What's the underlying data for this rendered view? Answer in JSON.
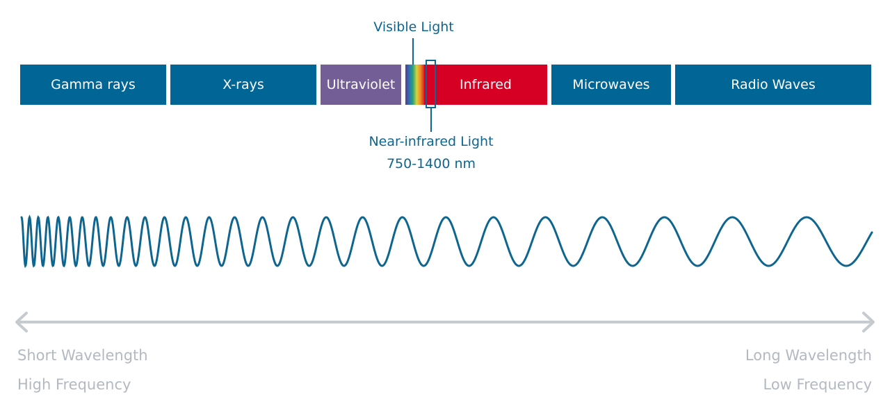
{
  "bands": [
    {
      "id": "gamma",
      "label": "Gamma rays",
      "color": "#016596"
    },
    {
      "id": "xray",
      "label": "X-rays",
      "color": "#016596"
    },
    {
      "id": "uv",
      "label": "Ultraviolet",
      "color": "#735e96"
    },
    {
      "id": "visible",
      "label": "",
      "color": "gradient"
    },
    {
      "id": "ir",
      "label": "Infrared",
      "color": "#d50023"
    },
    {
      "id": "mw",
      "label": "Microwaves",
      "color": "#016596"
    },
    {
      "id": "radio",
      "label": "Radio Waves",
      "color": "#016596"
    }
  ],
  "callouts": {
    "visible": "Visible Light",
    "nir_title": "Near-infrared Light",
    "nir_range": "750-1400 nm"
  },
  "axis": {
    "left_top": "Short Wavelength",
    "left_bottom": "High Frequency",
    "right_top": "Long Wavelength",
    "right_bottom": "Low Frequency"
  },
  "colors": {
    "callout": "#0e6590",
    "wave": "#0e6590",
    "axis": "#c6cbd0"
  }
}
